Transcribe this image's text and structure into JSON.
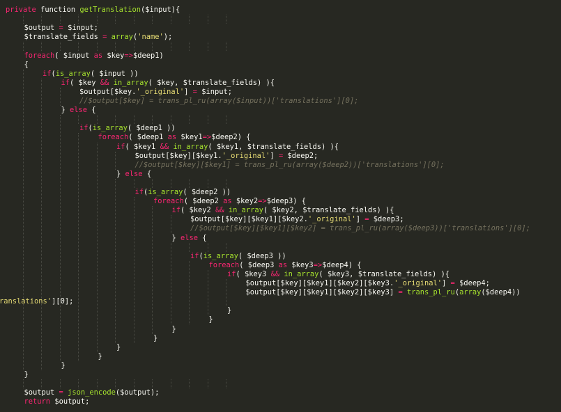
{
  "editor": {
    "theme_colors": {
      "background": "#272822",
      "keyword": "#f92672",
      "string": "#e6db74",
      "function": "#a6e22e",
      "comment": "#75715e",
      "text": "#f8f8f2"
    },
    "lines": [
      {
        "y": 1,
        "indent": 0,
        "tokens": [
          [
            "kw",
            "private"
          ],
          [
            "",
            "function "
          ],
          [
            "fn",
            "getTranslation"
          ],
          [
            "",
            "($input){"
          ]
        ]
      },
      {
        "y": 2,
        "indent": 0,
        "tokens": []
      },
      {
        "y": 3,
        "indent": 1,
        "tokens": [
          [
            "",
            "$output "
          ],
          [
            "kw",
            "="
          ],
          [
            "",
            "$input;"
          ]
        ]
      },
      {
        "y": 4,
        "indent": 1,
        "tokens": [
          [
            "",
            "$translate_fields "
          ],
          [
            "kw",
            "="
          ],
          [
            "fn",
            "array"
          ],
          [
            "",
            "("
          ],
          [
            "st",
            "'name'"
          ],
          [
            "",
            ");"
          ]
        ]
      },
      {
        "y": 5,
        "indent": 1,
        "tokens": []
      },
      {
        "y": 6,
        "indent": 1,
        "tokens": [
          [
            "kw",
            "foreach"
          ],
          [
            "",
            "( $input "
          ],
          [
            "kw",
            "as"
          ],
          [
            "",
            "$key"
          ],
          [
            "kw",
            "=>"
          ],
          [
            "",
            "$deep1)"
          ]
        ]
      },
      {
        "y": 7,
        "indent": 1,
        "tokens": [
          [
            "",
            "{"
          ]
        ]
      },
      {
        "y": 8,
        "indent": 2,
        "tokens": [
          [
            "kw",
            "if"
          ],
          [
            "",
            "("
          ],
          [
            "fn",
            "is_array"
          ],
          [
            "",
            "( $input ))"
          ]
        ]
      },
      {
        "y": 9,
        "indent": 3,
        "tokens": [
          [
            "kw",
            "if"
          ],
          [
            "",
            "( $key "
          ],
          [
            "kw",
            "&&"
          ],
          [
            "fn",
            "in_array"
          ],
          [
            "",
            "( $key, $translate_fields) ){"
          ]
        ]
      },
      {
        "y": 10,
        "indent": 4,
        "tokens": [
          [
            "",
            "$output[$key."
          ],
          [
            "st",
            "'_original'"
          ],
          [
            "",
            "] "
          ],
          [
            "kw",
            "="
          ],
          [
            "",
            "$input;"
          ]
        ]
      },
      {
        "y": 11,
        "indent": 4,
        "tokens": [
          [
            "cm",
            "//$output[$key] = trans_pl_ru(array($input))['translations'][0];"
          ]
        ]
      },
      {
        "y": 12,
        "indent": 3,
        "tokens": [
          [
            "",
            "} "
          ],
          [
            "kw",
            "else"
          ],
          [
            "",
            "{"
          ]
        ]
      },
      {
        "y": 13,
        "indent": 3,
        "tokens": []
      },
      {
        "y": 14,
        "indent": 4,
        "tokens": [
          [
            "kw",
            "if"
          ],
          [
            "",
            "("
          ],
          [
            "fn",
            "is_array"
          ],
          [
            "",
            "( $deep1 ))"
          ]
        ]
      },
      {
        "y": 15,
        "indent": 5,
        "tokens": [
          [
            "kw",
            "foreach"
          ],
          [
            "",
            "( $deep1 "
          ],
          [
            "kw",
            "as"
          ],
          [
            "",
            "$key1"
          ],
          [
            "kw",
            "=>"
          ],
          [
            "",
            "$deep2) {"
          ]
        ]
      },
      {
        "y": 16,
        "indent": 6,
        "tokens": [
          [
            "kw",
            "if"
          ],
          [
            "",
            "( $key1 "
          ],
          [
            "kw",
            "&&"
          ],
          [
            "fn",
            "in_array"
          ],
          [
            "",
            "( $key1, $translate_fields) ){"
          ]
        ]
      },
      {
        "y": 17,
        "indent": 7,
        "tokens": [
          [
            "",
            "$output[$key][$key1."
          ],
          [
            "st",
            "'_original'"
          ],
          [
            "",
            "] "
          ],
          [
            "kw",
            "="
          ],
          [
            "",
            "$deep2;"
          ]
        ]
      },
      {
        "y": 18,
        "indent": 7,
        "tokens": [
          [
            "cm",
            "//$output[$key][$key1] = trans_pl_ru(array($deep2))['translations'][0];"
          ]
        ]
      },
      {
        "y": 19,
        "indent": 6,
        "tokens": [
          [
            "",
            "} "
          ],
          [
            "kw",
            "else"
          ],
          [
            "",
            "{"
          ]
        ]
      },
      {
        "y": 20,
        "indent": 6,
        "tokens": []
      },
      {
        "y": 21,
        "indent": 7,
        "tokens": [
          [
            "kw",
            "if"
          ],
          [
            "",
            "("
          ],
          [
            "fn",
            "is_array"
          ],
          [
            "",
            "( $deep2 ))"
          ]
        ]
      },
      {
        "y": 22,
        "indent": 8,
        "tokens": [
          [
            "kw",
            "foreach"
          ],
          [
            "",
            "( $deep2 "
          ],
          [
            "kw",
            "as"
          ],
          [
            "",
            "$key2"
          ],
          [
            "kw",
            "=>"
          ],
          [
            "",
            "$deep3) {"
          ]
        ]
      },
      {
        "y": 23,
        "indent": 9,
        "tokens": [
          [
            "kw",
            "if"
          ],
          [
            "",
            "( $key2 "
          ],
          [
            "kw",
            "&&"
          ],
          [
            "fn",
            "in_array"
          ],
          [
            "",
            "( $key2, $translate_fields) ){"
          ]
        ]
      },
      {
        "y": 24,
        "indent": 10,
        "tokens": [
          [
            "",
            "$output[$key][$key1][$key2."
          ],
          [
            "st",
            "'_original'"
          ],
          [
            "",
            "] "
          ],
          [
            "kw",
            "="
          ],
          [
            "",
            "$deep3;"
          ]
        ]
      },
      {
        "y": 25,
        "indent": 10,
        "tokens": [
          [
            "cm",
            "//$output[$key][$key1][$key2] = trans_pl_ru(array($deep3))['translations'][0];"
          ]
        ]
      },
      {
        "y": 26,
        "indent": 9,
        "tokens": [
          [
            "",
            "} "
          ],
          [
            "kw",
            "else"
          ],
          [
            "",
            "{"
          ]
        ]
      },
      {
        "y": 27,
        "indent": 9,
        "tokens": []
      },
      {
        "y": 28,
        "indent": 10,
        "tokens": [
          [
            "kw",
            "if"
          ],
          [
            "",
            "("
          ],
          [
            "fn",
            "is_array"
          ],
          [
            "",
            "( $deep3 ))"
          ]
        ]
      },
      {
        "y": 29,
        "indent": 11,
        "tokens": [
          [
            "kw",
            "foreach"
          ],
          [
            "",
            "( $deep3 "
          ],
          [
            "kw",
            "as"
          ],
          [
            "",
            "$key3"
          ],
          [
            "kw",
            "=>"
          ],
          [
            "",
            "$deep4) {"
          ]
        ]
      },
      {
        "y": 30,
        "indent": 12,
        "tokens": [
          [
            "kw",
            "if"
          ],
          [
            "",
            "( $key3 "
          ],
          [
            "kw",
            "&&"
          ],
          [
            "fn",
            "in_array"
          ],
          [
            "",
            "( $key3, $translate_fields) ){"
          ]
        ]
      },
      {
        "y": 31,
        "indent": 13,
        "tokens": [
          [
            "",
            "$output[$key][$key1][$key2][$key3."
          ],
          [
            "st",
            "'_original'"
          ],
          [
            "",
            "] "
          ],
          [
            "kw",
            "="
          ],
          [
            "",
            "$deep4;"
          ]
        ]
      },
      {
        "y": 32,
        "indent": 13,
        "tokens": [
          [
            "",
            "$output[$key][$key1][$key2][$key3] "
          ],
          [
            "kw",
            "="
          ],
          [
            "fn",
            "trans_pl_ru"
          ],
          [
            "",
            "("
          ],
          [
            "fn",
            "array"
          ],
          [
            "",
            "($deep4))"
          ]
        ]
      },
      {
        "y": 33,
        "indent": 0,
        "wrap": true,
        "tokens": [
          [
            "st",
            "ranslations'"
          ],
          [
            "",
            "][0];"
          ]
        ]
      },
      {
        "y": 34,
        "indent": 12,
        "tokens": [
          [
            "",
            "}"
          ]
        ]
      },
      {
        "y": 35,
        "indent": 11,
        "tokens": [
          [
            "",
            "}"
          ]
        ]
      },
      {
        "y": 36,
        "indent": 9,
        "tokens": [
          [
            "",
            "}"
          ]
        ]
      },
      {
        "y": 37,
        "indent": 8,
        "tokens": [
          [
            "",
            "}"
          ]
        ]
      },
      {
        "y": 38,
        "indent": 6,
        "tokens": [
          [
            "",
            "}"
          ]
        ]
      },
      {
        "y": 39,
        "indent": 5,
        "tokens": [
          [
            "",
            "}"
          ]
        ]
      },
      {
        "y": 40,
        "indent": 3,
        "tokens": [
          [
            "",
            "}"
          ]
        ]
      },
      {
        "y": 41,
        "indent": 1,
        "tokens": [
          [
            "",
            "}"
          ]
        ]
      },
      {
        "y": 42,
        "indent": 1,
        "tokens": []
      },
      {
        "y": 43,
        "indent": 1,
        "tokens": [
          [
            "",
            "$output "
          ],
          [
            "kw",
            "="
          ],
          [
            "fn",
            "json_encode"
          ],
          [
            "",
            "($output);"
          ]
        ]
      },
      {
        "y": 44,
        "indent": 1,
        "tokens": [
          [
            "kw",
            "return"
          ],
          [
            "",
            "$output;"
          ]
        ]
      }
    ]
  }
}
